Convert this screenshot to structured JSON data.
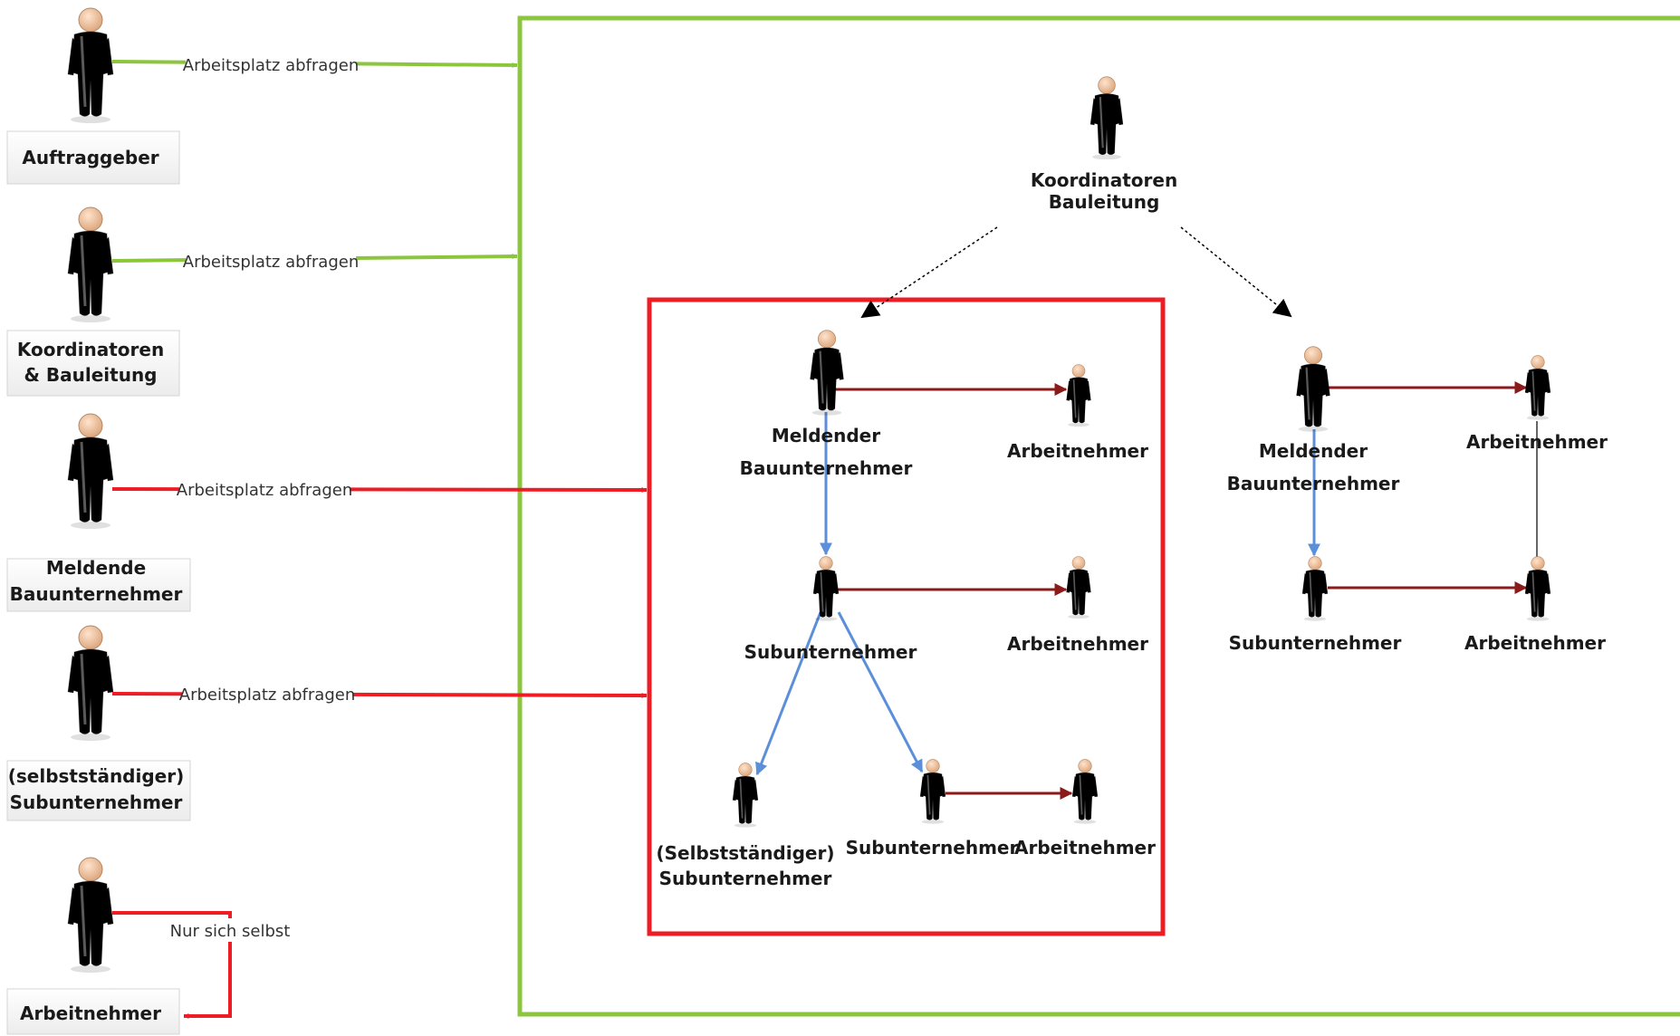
{
  "roles": {
    "auftraggeber": "Auftraggeber",
    "koordinatoren_l1": "Koordinatoren",
    "koordinatoren_l2": "& Bauleitung",
    "meldende_l1": "Meldende",
    "meldende_l2": "Bauunternehmer",
    "selbst_l1": "(selbstständiger)",
    "selbst_l2": "Subunternehmer",
    "arbeitnehmer": "Arbeitnehmer"
  },
  "edges": {
    "query": "Arbeitsplatz abfragen",
    "self_only": "Nur sich selbst"
  },
  "center": {
    "koord_l1": "Koordinatoren",
    "koord_l2": "Bauleitung"
  },
  "box": {
    "meldender_l1": "Meldender",
    "meldender_l2": "Bauunternehmer",
    "arbeitnehmer_1": "Arbeitnehmer",
    "subunternehmer": "Subunternehmer",
    "arbeitnehmer_2": "Arbeitnehmer",
    "selbst_l1": "(Selbstständiger)",
    "selbst_l2": "Subunternehmer",
    "subunternehmer_2": "Subunternehmer",
    "arbeitnehmer_3": "Arbeitnehmer"
  },
  "right": {
    "meldender_l1": "Meldender",
    "meldender_l2": "Bauunternehmer",
    "arbeitnehmer_1": "Arbeitnehmer",
    "subunternehmer": "Subunternehmer",
    "arbeitnehmer_2": "Arbeitnehmer"
  },
  "colors": {
    "green": "#8cc63f",
    "red": "#ee1c24",
    "darkred": "#8b1a1a",
    "blue": "#5b8fd9",
    "person_blue": "#2aa3db",
    "person_green": "#8dcf4a",
    "person_red": "#e0161c",
    "person_yellow": "#f0c020",
    "person_navy": "#2c4a6e"
  }
}
